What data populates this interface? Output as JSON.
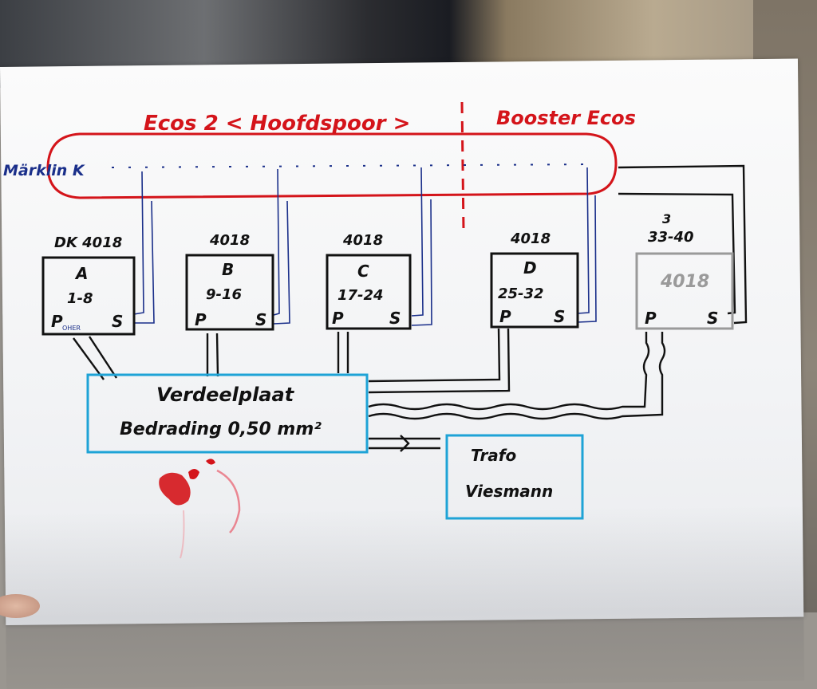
{
  "header": {
    "left_label": "Ecos 2 < Hoofdspoor >",
    "right_label": "Booster Ecos",
    "track_label": "Märklin K"
  },
  "decoders": [
    {
      "top": "DK 4018",
      "letter": "A",
      "range": "1-8",
      "p": "P",
      "p_sub": "OHER",
      "s": "S"
    },
    {
      "top": "4018",
      "letter": "B",
      "range": "9-16",
      "p": "P",
      "s": "S"
    },
    {
      "top": "4018",
      "letter": "C",
      "range": "17-24",
      "p": "P",
      "s": "S"
    },
    {
      "top": "4018",
      "letter": "D",
      "range": "25-32",
      "p": "P",
      "s": "S"
    },
    {
      "top": "33-40",
      "top_mark": "3",
      "letter": "4018",
      "range": "",
      "p": "P",
      "s": "S"
    }
  ],
  "distribution": {
    "line1": "Verdeelplaat",
    "line2": "Bedrading 0,50 mm²"
  },
  "trafo": {
    "line1": "Trafo",
    "line2": "Viesmann"
  },
  "colors": {
    "red": "#d4141a",
    "blue": "#1ea3d6",
    "black": "#111111",
    "navy": "#1a2f8a",
    "grey": "#9a9a9a"
  }
}
